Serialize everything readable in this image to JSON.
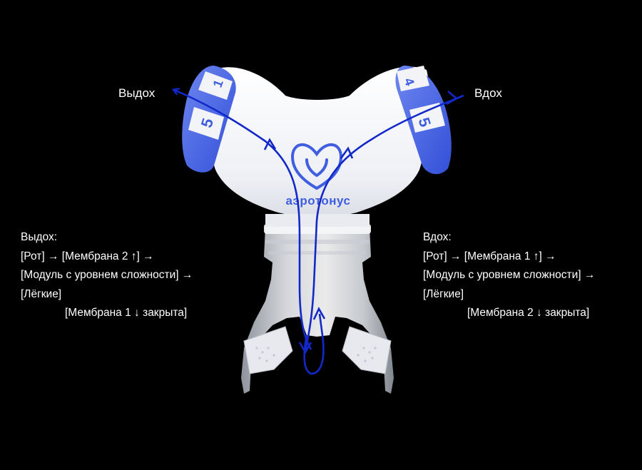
{
  "labels": {
    "exhale": "Выдох",
    "inhale": "Вдох"
  },
  "device": {
    "logo_text": "аэротонус",
    "module_numbers_left": [
      "1",
      "5"
    ],
    "module_numbers_right": [
      "4",
      "5"
    ]
  },
  "exhale_path": {
    "lines": [
      "Выдох:",
      "[Рот] → [Мембрана 2 ↑] →",
      "[Модуль с уровнем сложности] →",
      "[Лёгкие]",
      "[Мембрана 1 ↓ закрыта]"
    ]
  },
  "inhale_path": {
    "lines": [
      "Вдох:",
      "[Рот] → [Мембрана 1 ↑] →",
      "[Модуль с уровнем сложности] →",
      "[Лёгкие]",
      "[Мембрана 2 ↓ закрыта]"
    ]
  },
  "colors": {
    "background": "#000000",
    "device_body": "#f2f3f7",
    "accent_blue": "#3f5ee0",
    "arrow_blue": "#1228c8",
    "text": "#ffffff"
  }
}
